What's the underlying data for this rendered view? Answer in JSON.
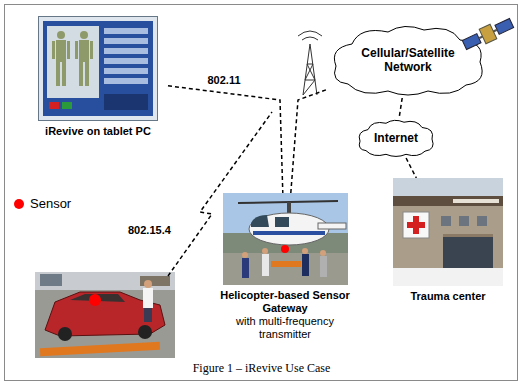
{
  "diagram": {
    "caption": "Figure 1 – iRevive Use Case",
    "nodes": [
      {
        "text": [
          "iRevive on tablet PC"
        ]
      },
      {
        "text": [
          "Cellular/Satellite Network"
        ]
      },
      {
        "text": [
          "Internet"
        ]
      },
      {
        "text": [
          "Helicopter-based Sensor Gateway",
          "with multi-frequency transmitter"
        ]
      },
      {
        "text": [
          "Trauma center"
        ]
      }
    ],
    "edges": [
      {
        "from": 0,
        "to": 3,
        "label": "802.11",
        "arrow": "none"
      },
      {
        "from": 3,
        "to": 1,
        "arrow": "none"
      },
      {
        "from": 1,
        "to": 2,
        "arrow": "none"
      },
      {
        "from": 2,
        "to": 4,
        "arrow": "none"
      }
    ],
    "labels": [
      "802.15.4"
    ],
    "legend": [
      {
        "text": "Sensor",
        "color": "#ff0000"
      }
    ]
  }
}
